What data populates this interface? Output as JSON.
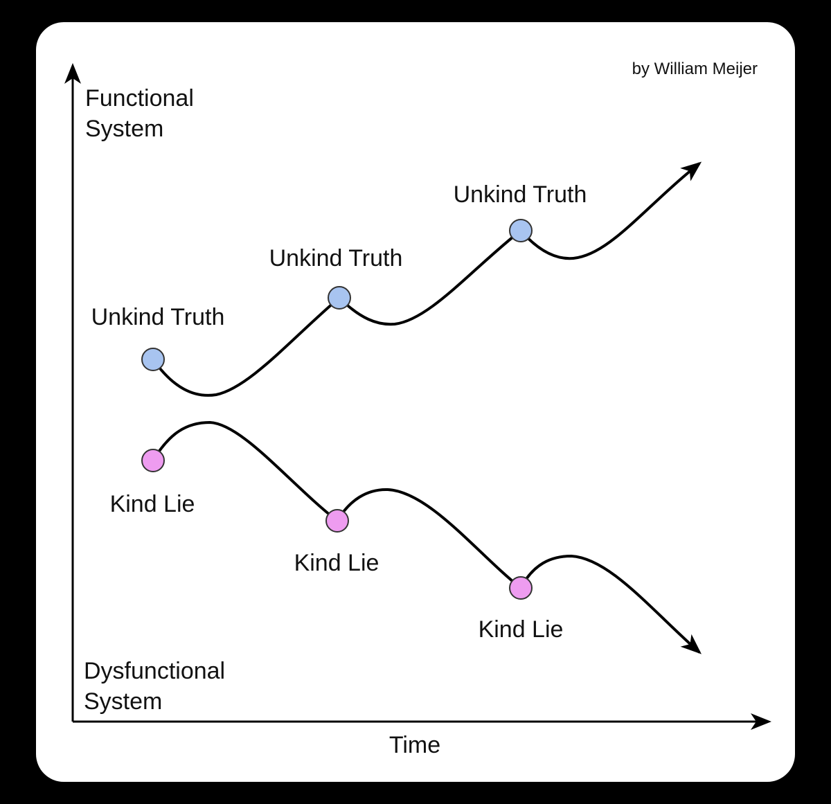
{
  "credit": "by William Meijer",
  "y_axis": {
    "top_label_line1": "Functional",
    "top_label_line2": "System",
    "bottom_label_line1": "Dysfunctional",
    "bottom_label_line2": "System"
  },
  "x_axis": {
    "label": "Time"
  },
  "upper_path": {
    "point_labels": [
      "Unkind Truth",
      "Unkind Truth",
      "Unkind Truth"
    ],
    "marker_color": "#a8c4f0"
  },
  "lower_path": {
    "point_labels": [
      "Kind Lie",
      "Kind Lie",
      "Kind Lie"
    ],
    "marker_color": "#ee9cf0"
  },
  "colors": {
    "background": "#000000",
    "panel": "#ffffff",
    "stroke": "#000000"
  }
}
